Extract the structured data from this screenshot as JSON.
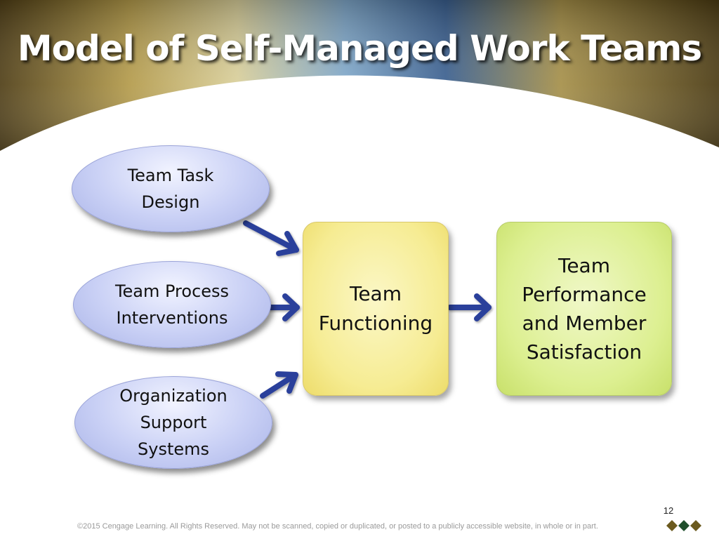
{
  "slide": {
    "title": "Model of Self-Managed Work Teams",
    "page_number": "12",
    "copyright": "©2015 Cengage Learning. All Rights Reserved. May not be scanned, copied or duplicated, or posted to a publicly accessible website, in whole or in part."
  },
  "diagram": {
    "inputs": [
      {
        "lines": [
          "Team Task",
          "Design"
        ]
      },
      {
        "lines": [
          "Team Process",
          "Interventions"
        ]
      },
      {
        "lines": [
          "Organization",
          "Support",
          "Systems"
        ]
      }
    ],
    "process": {
      "lines": [
        "Team",
        "Functioning"
      ]
    },
    "outcome": {
      "lines": [
        "Team",
        "Performance",
        "and Member",
        "Satisfaction"
      ]
    }
  },
  "colors": {
    "arrow": "#2c3f9b",
    "input_fill": "#c9d0f5",
    "process_fill": "#f6ec93",
    "outcome_fill": "#dcef90"
  }
}
